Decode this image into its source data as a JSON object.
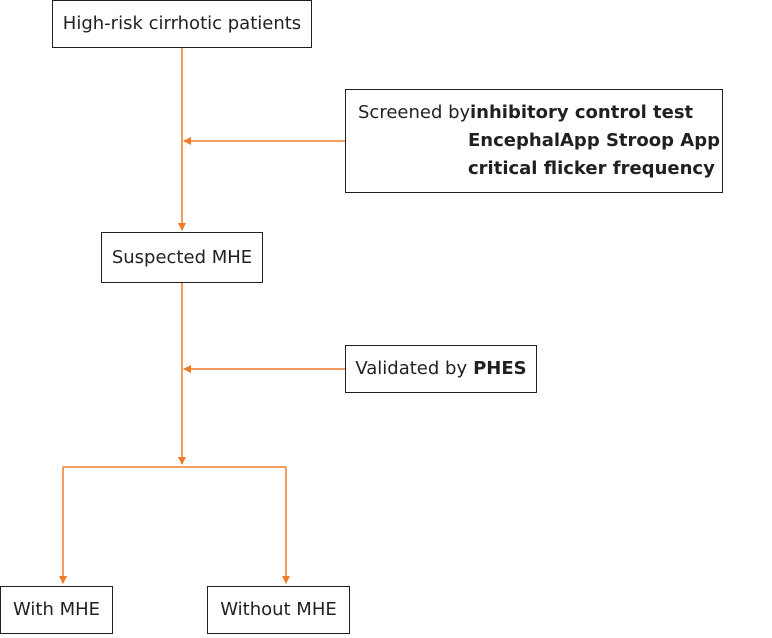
{
  "nodes": {
    "start": {
      "label": "High-risk cirrhotic patients"
    },
    "screening": {
      "prefix": "Screened by",
      "tests": [
        "inhibitory control test",
        "EncephalApp Stroop App",
        "critical flicker frequency"
      ]
    },
    "suspected": {
      "label": "Suspected MHE"
    },
    "validation": {
      "prefix": "Validated by",
      "method": "PHES"
    },
    "with_mhe": {
      "label": "With MHE"
    },
    "without_mhe": {
      "label": "Without MHE"
    }
  },
  "colors": {
    "connector": "#f07c2a",
    "border": "#231f20",
    "text": "#231f20"
  }
}
